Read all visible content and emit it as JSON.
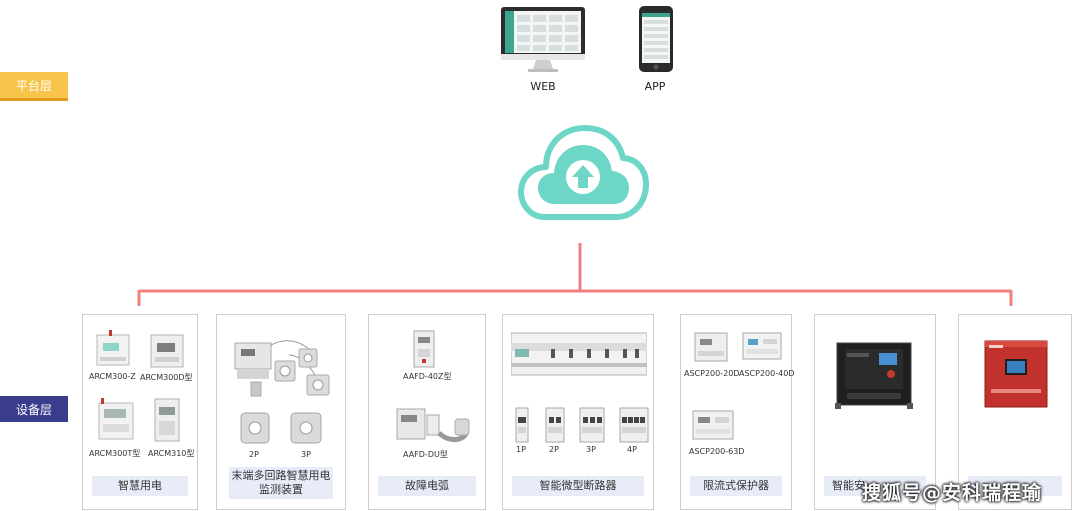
{
  "layers": {
    "platform": "平台层",
    "device": "设备层"
  },
  "clients": {
    "web": "WEB",
    "app": "APP"
  },
  "colors": {
    "platform_label": "#f9c44b",
    "device_label": "#3a3c8c",
    "cloud": "#6ed6c6",
    "connector": "#f08080",
    "card_title_bg": "#e7ecf8"
  },
  "groups": [
    {
      "title": "智慧用电",
      "products": [
        "ARCM300-Z",
        "ARCM300D型",
        "ARCM300T型",
        "ARCM310型"
      ]
    },
    {
      "title": "末端多回路智慧用电监测装置",
      "products": [
        "2P",
        "3P"
      ]
    },
    {
      "title": "故障电弧",
      "products": [
        "AAFD-40Z型",
        "AAFD-DU型"
      ]
    },
    {
      "title": "智能微型断路器",
      "products": [
        "1P",
        "2P",
        "3P",
        "4P"
      ]
    },
    {
      "title": "限流式保护器",
      "products": [
        "ASCP200-20D",
        "ASCP200-40D",
        "ASCP200-63D"
      ]
    },
    {
      "title": "智能安",
      "products": []
    },
    {
      "title": "",
      "products": []
    }
  ],
  "watermark": "搜狐号@安科瑞程瑜"
}
